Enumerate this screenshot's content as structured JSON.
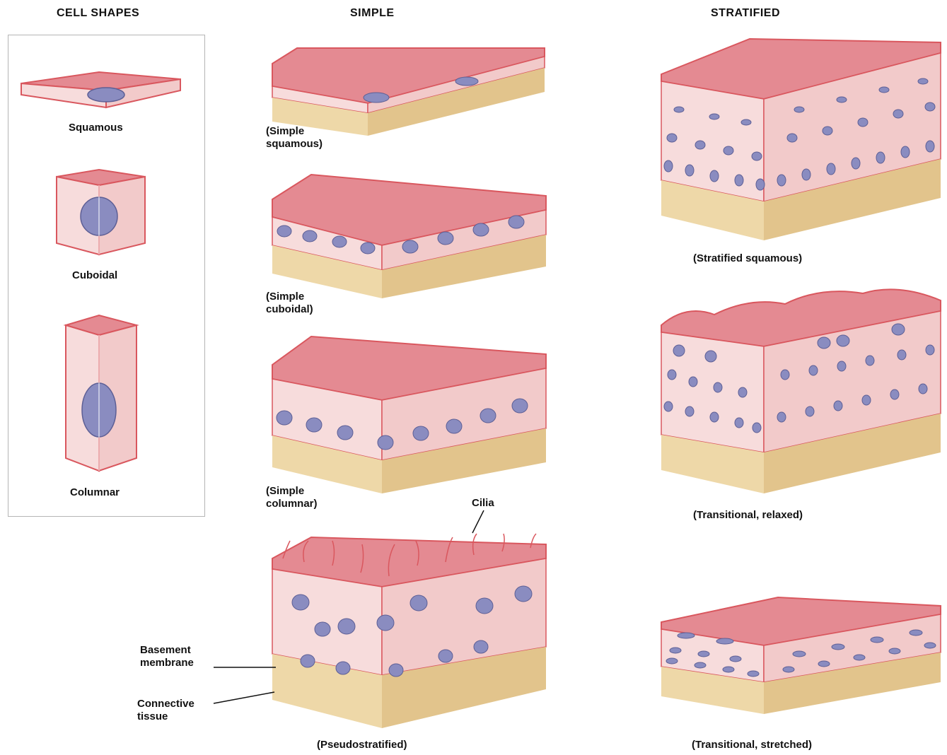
{
  "headers": {
    "cell_shapes": "CELL SHAPES",
    "simple": "SIMPLE",
    "stratified": "STRATIFIED"
  },
  "cell_shapes": {
    "squamous": "Squamous",
    "cuboidal": "Cuboidal",
    "columnar": "Columnar"
  },
  "simple": {
    "squamous_caption": "(Simple\nsquamous)",
    "cuboidal_caption": "(Simple\ncuboidal)",
    "columnar_caption": "(Simple\ncolumnar)",
    "pseudo_caption": "(Pseudostratified)",
    "cilia_label": "Cilia",
    "basement_label": "Basement\nmembrane",
    "connective_label": "Connective\ntissue"
  },
  "stratified": {
    "squamous_caption": "(Stratified squamous)",
    "relaxed_caption": "(Transitional, relaxed)",
    "stretched_caption": "(Transitional, stretched)"
  },
  "colors": {
    "cell_top": "#e48a92",
    "cell_body": "#f7dcdc",
    "cell_outline": "#d9575e",
    "nucleus": "#8a8cc0",
    "connective": "#eed8a8",
    "connective_side": "#e2c48c"
  }
}
